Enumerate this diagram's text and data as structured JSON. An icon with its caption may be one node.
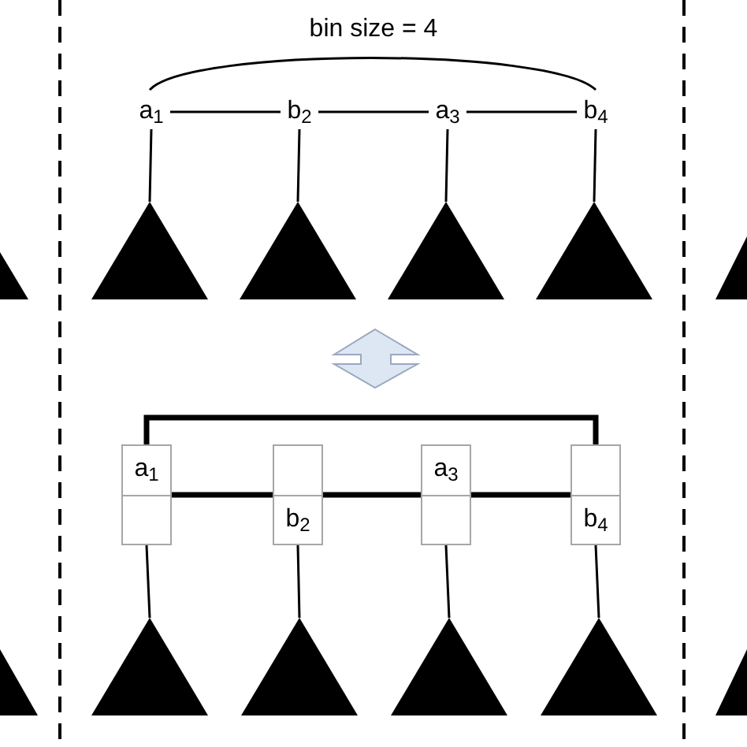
{
  "diagram": {
    "nodes": [
      {
        "text": [
          "a$_{1}$"
        ]
      },
      {
        "text": [
          "b$_{2}$"
        ]
      },
      {
        "text": [
          "a$_{3}$"
        ]
      },
      {
        "text": [
          "b$_{4}$"
        ]
      },
      {
        "text": [],
        "shape": "triangle"
      },
      {
        "text": [],
        "shape": "triangle"
      },
      {
        "text": [],
        "shape": "triangle"
      },
      {
        "text": [],
        "shape": "triangle"
      },
      {
        "text": [
          "a$_{1}$"
        ]
      },
      {
        "text": [
          "b$_{2}$"
        ]
      },
      {
        "text": [
          "a$_{3}$"
        ]
      },
      {
        "text": [
          "b$_{4}$"
        ]
      },
      {
        "text": [],
        "shape": "triangle"
      },
      {
        "text": [],
        "shape": "triangle"
      },
      {
        "text": [],
        "shape": "triangle"
      },
      {
        "text": [],
        "shape": "triangle"
      }
    ],
    "edges": [
      {
        "from": 0,
        "to": 1,
        "arrow": "none"
      },
      {
        "from": 1,
        "to": 2,
        "arrow": "none"
      },
      {
        "from": 2,
        "to": 3,
        "arrow": "none"
      },
      {
        "from": 0,
        "to": 4,
        "arrow": "none"
      },
      {
        "from": 1,
        "to": 5,
        "arrow": "none"
      },
      {
        "from": 2,
        "to": 6,
        "arrow": "none"
      },
      {
        "from": 3,
        "to": 7,
        "arrow": "none"
      },
      {
        "from": 8,
        "to": 11,
        "arrow": "none",
        "style": "thick"
      },
      {
        "from": 8,
        "to": 9,
        "arrow": "none",
        "style": "thick"
      },
      {
        "from": 9,
        "to": 10,
        "arrow": "none",
        "style": "thick"
      },
      {
        "from": 10,
        "to": 11,
        "arrow": "none",
        "style": "thick"
      },
      {
        "from": 8,
        "to": 12,
        "arrow": "none"
      },
      {
        "from": 9,
        "to": 13,
        "arrow": "none"
      },
      {
        "from": 10,
        "to": 14,
        "arrow": "none"
      },
      {
        "from": 11,
        "to": 15,
        "arrow": "none"
      }
    ],
    "labels": [
      "bin size = 4"
    ]
  }
}
